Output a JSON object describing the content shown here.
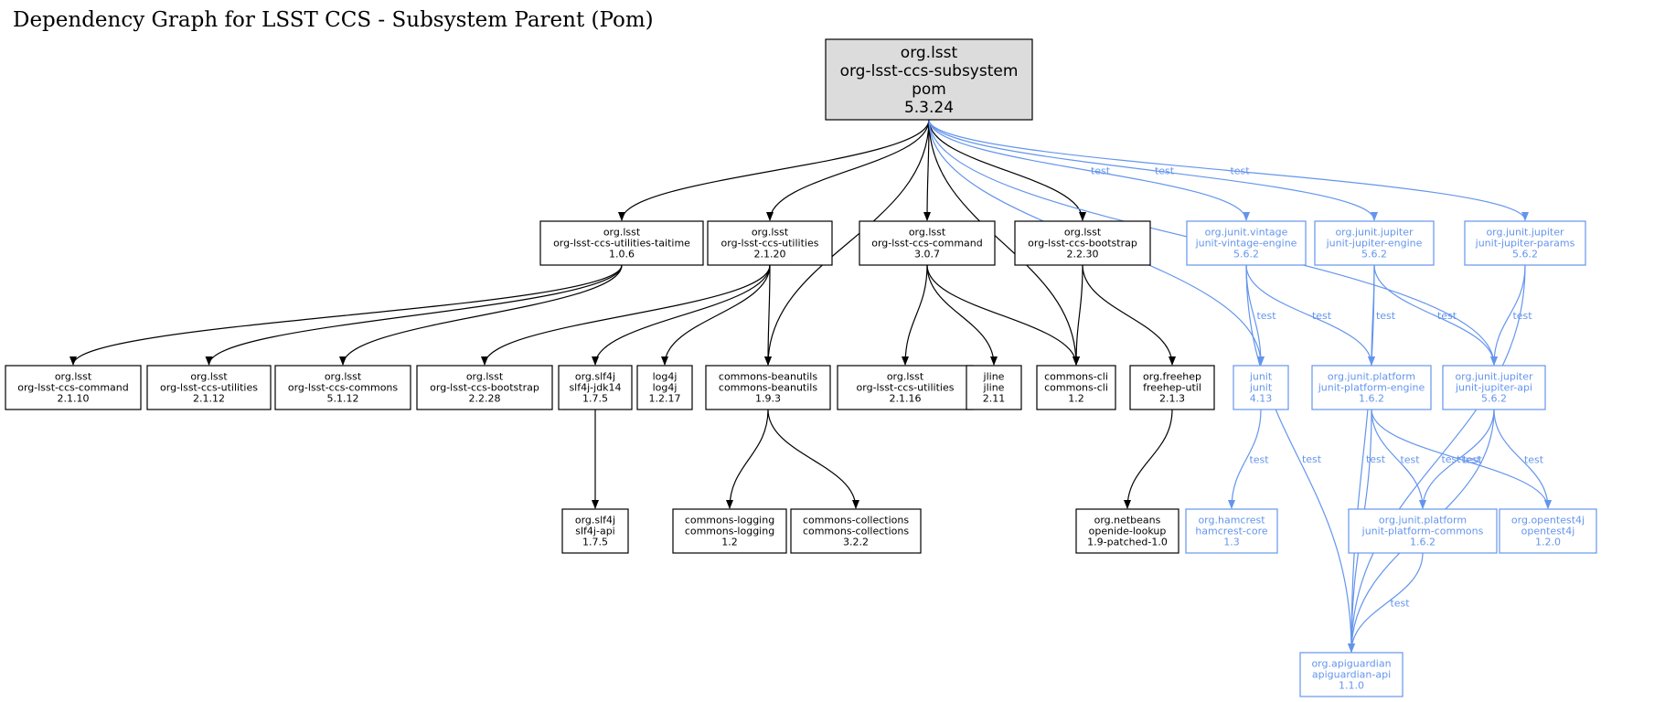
{
  "title": "Dependency Graph for LSST CCS - Subsystem Parent (Pom)",
  "nodes": [
    {
      "id": "root",
      "lines": [
        "org.lsst",
        "org-lsst-ccs-subsystem",
        "pom",
        "5.3.24"
      ],
      "kind": "root"
    },
    {
      "id": "taitime",
      "lines": [
        "org.lsst",
        "org-lsst-ccs-utilities-taitime",
        "1.0.6"
      ],
      "kind": "compile"
    },
    {
      "id": "utilities",
      "lines": [
        "org.lsst",
        "org-lsst-ccs-utilities",
        "2.1.20"
      ],
      "kind": "compile"
    },
    {
      "id": "command",
      "lines": [
        "org.lsst",
        "org-lsst-ccs-command",
        "3.0.7"
      ],
      "kind": "compile"
    },
    {
      "id": "bootstrap",
      "lines": [
        "org.lsst",
        "org-lsst-ccs-bootstrap",
        "2.2.30"
      ],
      "kind": "compile"
    },
    {
      "id": "vintage",
      "lines": [
        "org.junit.vintage",
        "junit-vintage-engine",
        "5.6.2"
      ],
      "kind": "test"
    },
    {
      "id": "jupengine",
      "lines": [
        "org.junit.jupiter",
        "junit-jupiter-engine",
        "5.6.2"
      ],
      "kind": "test"
    },
    {
      "id": "jupparams",
      "lines": [
        "org.junit.jupiter",
        "junit-jupiter-params",
        "5.6.2"
      ],
      "kind": "test"
    },
    {
      "id": "command2110",
      "lines": [
        "org.lsst",
        "org-lsst-ccs-command",
        "2.1.10"
      ],
      "kind": "compile"
    },
    {
      "id": "utilities2112",
      "lines": [
        "org.lsst",
        "org-lsst-ccs-utilities",
        "2.1.12"
      ],
      "kind": "compile"
    },
    {
      "id": "commons5112",
      "lines": [
        "org.lsst",
        "org-lsst-ccs-commons",
        "5.1.12"
      ],
      "kind": "compile"
    },
    {
      "id": "bootstrap2228",
      "lines": [
        "org.lsst",
        "org-lsst-ccs-bootstrap",
        "2.2.28"
      ],
      "kind": "compile"
    },
    {
      "id": "slf4jjdk",
      "lines": [
        "org.slf4j",
        "slf4j-jdk14",
        "1.7.5"
      ],
      "kind": "compile"
    },
    {
      "id": "log4j",
      "lines": [
        "log4j",
        "log4j",
        "1.2.17"
      ],
      "kind": "compile"
    },
    {
      "id": "beanutils",
      "lines": [
        "commons-beanutils",
        "commons-beanutils",
        "1.9.3"
      ],
      "kind": "compile"
    },
    {
      "id": "utilities2116",
      "lines": [
        "org.lsst",
        "org-lsst-ccs-utilities",
        "2.1.16"
      ],
      "kind": "compile"
    },
    {
      "id": "jline",
      "lines": [
        "jline",
        "jline",
        "2.11"
      ],
      "kind": "compile"
    },
    {
      "id": "commonscli",
      "lines": [
        "commons-cli",
        "commons-cli",
        "1.2"
      ],
      "kind": "compile"
    },
    {
      "id": "freehep",
      "lines": [
        "org.freehep",
        "freehep-util",
        "2.1.3"
      ],
      "kind": "compile"
    },
    {
      "id": "junit",
      "lines": [
        "junit",
        "junit",
        "4.13"
      ],
      "kind": "test"
    },
    {
      "id": "platengine",
      "lines": [
        "org.junit.platform",
        "junit-platform-engine",
        "1.6.2"
      ],
      "kind": "test"
    },
    {
      "id": "jupapi",
      "lines": [
        "org.junit.jupiter",
        "junit-jupiter-api",
        "5.6.2"
      ],
      "kind": "test"
    },
    {
      "id": "slf4japi",
      "lines": [
        "org.slf4j",
        "slf4j-api",
        "1.7.5"
      ],
      "kind": "compile"
    },
    {
      "id": "commonslogging",
      "lines": [
        "commons-logging",
        "commons-logging",
        "1.2"
      ],
      "kind": "compile"
    },
    {
      "id": "collections",
      "lines": [
        "commons-collections",
        "commons-collections",
        "3.2.2"
      ],
      "kind": "compile"
    },
    {
      "id": "openide",
      "lines": [
        "org.netbeans",
        "openide-lookup",
        "1.9-patched-1.0"
      ],
      "kind": "compile"
    },
    {
      "id": "hamcrest",
      "lines": [
        "org.hamcrest",
        "hamcrest-core",
        "1.3"
      ],
      "kind": "test"
    },
    {
      "id": "platcommons",
      "lines": [
        "org.junit.platform",
        "junit-platform-commons",
        "1.6.2"
      ],
      "kind": "test"
    },
    {
      "id": "opentest4j",
      "lines": [
        "org.opentest4j",
        "opentest4j",
        "1.2.0"
      ],
      "kind": "test"
    },
    {
      "id": "apiguardian",
      "lines": [
        "org.apiguardian",
        "apiguardian-api",
        "1.1.0"
      ],
      "kind": "test"
    }
  ],
  "edges": [
    {
      "from": "root",
      "to": "taitime",
      "kind": "compile",
      "label": ""
    },
    {
      "from": "root",
      "to": "utilities",
      "kind": "compile",
      "label": ""
    },
    {
      "from": "root",
      "to": "beanutils",
      "kind": "compile",
      "label": ""
    },
    {
      "from": "root",
      "to": "command",
      "kind": "compile",
      "label": ""
    },
    {
      "from": "root",
      "to": "commonscli",
      "kind": "compile",
      "label": ""
    },
    {
      "from": "root",
      "to": "bootstrap",
      "kind": "compile",
      "label": ""
    },
    {
      "from": "root",
      "to": "junit",
      "kind": "test",
      "label": "test"
    },
    {
      "from": "root",
      "to": "vintage",
      "kind": "test",
      "label": "test"
    },
    {
      "from": "root",
      "to": "jupengine",
      "kind": "test",
      "label": "test"
    },
    {
      "from": "root",
      "to": "jupapi",
      "kind": "test",
      "label": "test"
    },
    {
      "from": "root",
      "to": "jupparams",
      "kind": "test",
      "label": "test"
    },
    {
      "from": "taitime",
      "to": "command2110",
      "kind": "compile",
      "label": ""
    },
    {
      "from": "taitime",
      "to": "utilities2112",
      "kind": "compile",
      "label": ""
    },
    {
      "from": "taitime",
      "to": "commons5112",
      "kind": "compile",
      "label": ""
    },
    {
      "from": "utilities",
      "to": "bootstrap2228",
      "kind": "compile",
      "label": ""
    },
    {
      "from": "utilities",
      "to": "slf4jjdk",
      "kind": "compile",
      "label": ""
    },
    {
      "from": "utilities",
      "to": "log4j",
      "kind": "compile",
      "label": ""
    },
    {
      "from": "utilities",
      "to": "beanutils",
      "kind": "compile",
      "label": ""
    },
    {
      "from": "command",
      "to": "utilities2116",
      "kind": "compile",
      "label": ""
    },
    {
      "from": "command",
      "to": "jline",
      "kind": "compile",
      "label": ""
    },
    {
      "from": "command",
      "to": "commonscli",
      "kind": "compile",
      "label": ""
    },
    {
      "from": "bootstrap",
      "to": "commonscli",
      "kind": "compile",
      "label": ""
    },
    {
      "from": "bootstrap",
      "to": "freehep",
      "kind": "compile",
      "label": ""
    },
    {
      "from": "vintage",
      "to": "junit",
      "kind": "test",
      "label": "test"
    },
    {
      "from": "vintage",
      "to": "platengine",
      "kind": "test",
      "label": "test"
    },
    {
      "from": "vintage",
      "to": "apiguardian",
      "kind": "test",
      "label": "test"
    },
    {
      "from": "jupengine",
      "to": "platengine",
      "kind": "test",
      "label": "test"
    },
    {
      "from": "jupengine",
      "to": "jupapi",
      "kind": "test",
      "label": "test"
    },
    {
      "from": "jupengine",
      "to": "apiguardian",
      "kind": "test",
      "label": "test"
    },
    {
      "from": "jupparams",
      "to": "jupapi",
      "kind": "test",
      "label": "test"
    },
    {
      "from": "jupparams",
      "to": "apiguardian",
      "kind": "test",
      "label": "test"
    },
    {
      "from": "slf4jjdk",
      "to": "slf4japi",
      "kind": "compile",
      "label": ""
    },
    {
      "from": "beanutils",
      "to": "commonslogging",
      "kind": "compile",
      "label": ""
    },
    {
      "from": "beanutils",
      "to": "collections",
      "kind": "compile",
      "label": ""
    },
    {
      "from": "freehep",
      "to": "openide",
      "kind": "compile",
      "label": ""
    },
    {
      "from": "junit",
      "to": "hamcrest",
      "kind": "test",
      "label": "test"
    },
    {
      "from": "platengine",
      "to": "platcommons",
      "kind": "test",
      "label": "test"
    },
    {
      "from": "platengine",
      "to": "opentest4j",
      "kind": "test",
      "label": "test"
    },
    {
      "from": "platengine",
      "to": "apiguardian",
      "kind": "test",
      "label": "test"
    },
    {
      "from": "jupapi",
      "to": "platcommons",
      "kind": "test",
      "label": "test"
    },
    {
      "from": "jupapi",
      "to": "opentest4j",
      "kind": "test",
      "label": "test"
    },
    {
      "from": "jupapi",
      "to": "apiguardian",
      "kind": "test",
      "label": "test"
    },
    {
      "from": "platcommons",
      "to": "apiguardian",
      "kind": "test",
      "label": "test"
    }
  ]
}
